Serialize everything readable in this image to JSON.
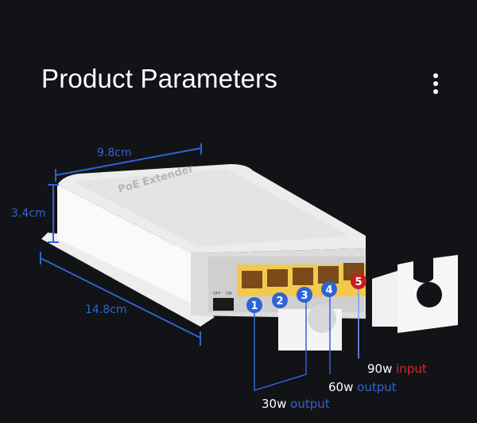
{
  "header": {
    "title": "Product Parameters",
    "menu_icon": "more-vertical-icon"
  },
  "product": {
    "label": "PoE Extender",
    "switch_labels": [
      "OFF",
      "ON"
    ],
    "colors": {
      "dimension": "#2f63d6",
      "output": "#2f63d6",
      "input": "#d12a2a",
      "port": "#f2c94c",
      "body": "#f4f4f4"
    }
  },
  "dimensions": {
    "width": "9.8cm",
    "height": "3.4cm",
    "length": "14.8cm"
  },
  "ports": [
    {
      "number": "1",
      "type": "output"
    },
    {
      "number": "2",
      "type": "output"
    },
    {
      "number": "3",
      "type": "output"
    },
    {
      "number": "4",
      "type": "output"
    },
    {
      "number": "5",
      "type": "input"
    }
  ],
  "callouts": {
    "input": {
      "watts": "90w",
      "word": "input"
    },
    "output_60": {
      "watts": "60w",
      "word": "output"
    },
    "output_30": {
      "watts": "30w",
      "word": "output"
    }
  }
}
